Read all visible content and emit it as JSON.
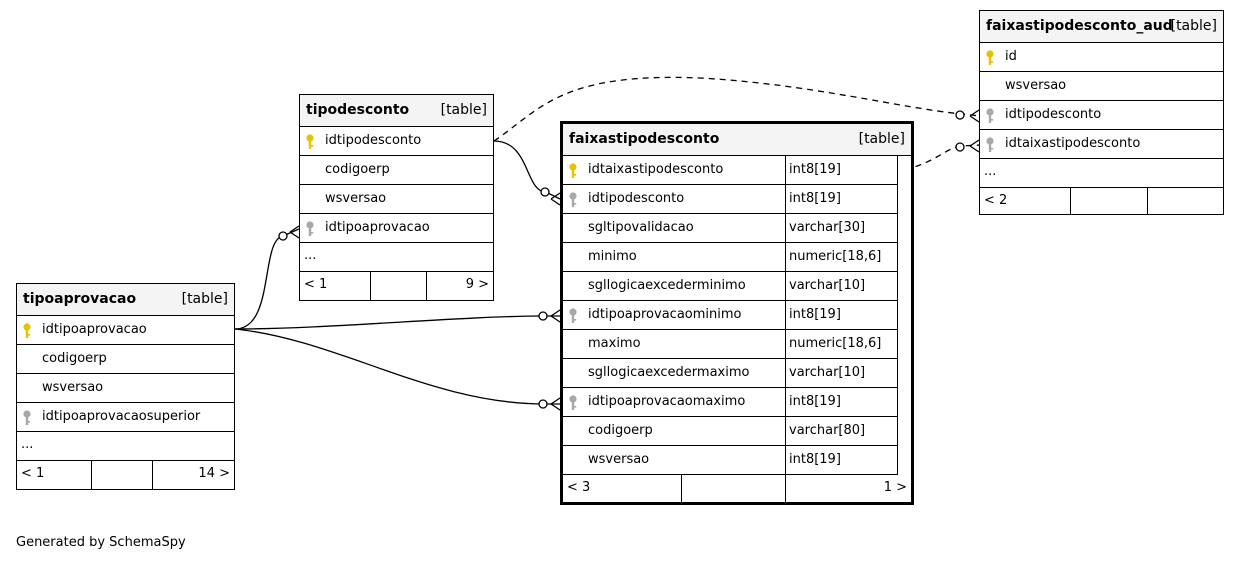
{
  "diagram": {
    "generated_by": "Generated by SchemaSpy",
    "tables": [
      {
        "name": "tipoaprovacao",
        "tag": "[table]",
        "columns": [
          {
            "name": "idtipoaprovacao",
            "key": "primary"
          },
          {
            "name": "codigoerp",
            "key": "none"
          },
          {
            "name": "wsversao",
            "key": "none"
          },
          {
            "name": "idtipoaprovacaosuperior",
            "key": "foreign"
          }
        ],
        "more": "...",
        "footer": {
          "left": "< 1",
          "right": "14 >"
        }
      },
      {
        "name": "tipodesconto",
        "tag": "[table]",
        "columns": [
          {
            "name": "idtipodesconto",
            "key": "primary"
          },
          {
            "name": "codigoerp",
            "key": "none"
          },
          {
            "name": "wsversao",
            "key": "none"
          },
          {
            "name": "idtipoaprovacao",
            "key": "foreign"
          }
        ],
        "more": "...",
        "footer": {
          "left": "< 1",
          "right": "9 >"
        }
      },
      {
        "name": "faixastipodesconto",
        "tag": "[table]",
        "columns": [
          {
            "name": "idtaixastipodesconto",
            "type": "int8[19]",
            "key": "primary"
          },
          {
            "name": "idtipodesconto",
            "type": "int8[19]",
            "key": "foreign"
          },
          {
            "name": "sgltipovalidacao",
            "type": "varchar[30]",
            "key": "none"
          },
          {
            "name": "minimo",
            "type": "numeric[18,6]",
            "key": "none"
          },
          {
            "name": "sgllogicaexcederminimo",
            "type": "varchar[10]",
            "key": "none"
          },
          {
            "name": "idtipoaprovacaominimo",
            "type": "int8[19]",
            "key": "foreign"
          },
          {
            "name": "maximo",
            "type": "numeric[18,6]",
            "key": "none"
          },
          {
            "name": "sgllogicaexcedermaximo",
            "type": "varchar[10]",
            "key": "none"
          },
          {
            "name": "idtipoaprovacaomaximo",
            "type": "int8[19]",
            "key": "foreign"
          },
          {
            "name": "codigoerp",
            "type": "varchar[80]",
            "key": "none"
          },
          {
            "name": "wsversao",
            "type": "int8[19]",
            "key": "none"
          }
        ],
        "footer": {
          "left": "< 3",
          "right": "1 >"
        }
      },
      {
        "name": "faixastipodesconto_aud",
        "tag": "[table]",
        "columns": [
          {
            "name": "id",
            "key": "primary"
          },
          {
            "name": "wsversao",
            "key": "none"
          },
          {
            "name": "idtipodesconto",
            "key": "foreign"
          },
          {
            "name": "idtaixastipodesconto",
            "key": "foreign"
          }
        ],
        "more": "...",
        "footer": {
          "left": "< 2",
          "right": ""
        }
      }
    ],
    "colors": {
      "primary_key": "#e6c200",
      "foreign_key": "#a8a8a8",
      "header_bg": "#f4f4f4",
      "line": "#000000"
    }
  }
}
